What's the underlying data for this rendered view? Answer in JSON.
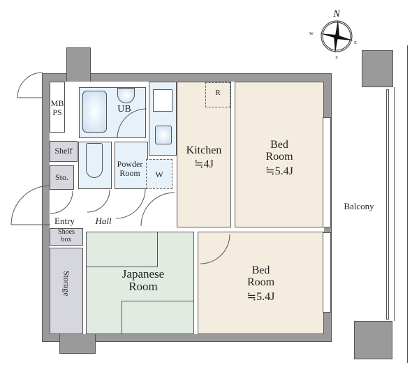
{
  "compass": {
    "north": "N",
    "south": "S",
    "east": "E",
    "west": "W"
  },
  "rooms": {
    "mbps": "MB\nPS",
    "ub": "UB",
    "shelf": "Shelf",
    "sto": "Sto.",
    "powder": "Powder\nRoom",
    "washer": "W",
    "fridge": "R",
    "kitchen_name": "Kitchen",
    "kitchen_size": "≒4J",
    "bed1_name": "Bed\nRoom",
    "bed1_size": "≒5.4J",
    "bed2_name": "Bed\nRoom",
    "bed2_size": "≒5.4J",
    "entry": "Entry",
    "hall": "Hall",
    "shoes": "Shoes\nbox",
    "storage": "Storage",
    "japanese": "Japanese\nRoom",
    "balcony": "Balcony"
  },
  "colors": {
    "wall": "#9a9a9a",
    "beige": "#f3ecdf",
    "blue": "#e6f1fa",
    "green": "#e1ebe2",
    "gray": "#d6d6de"
  }
}
